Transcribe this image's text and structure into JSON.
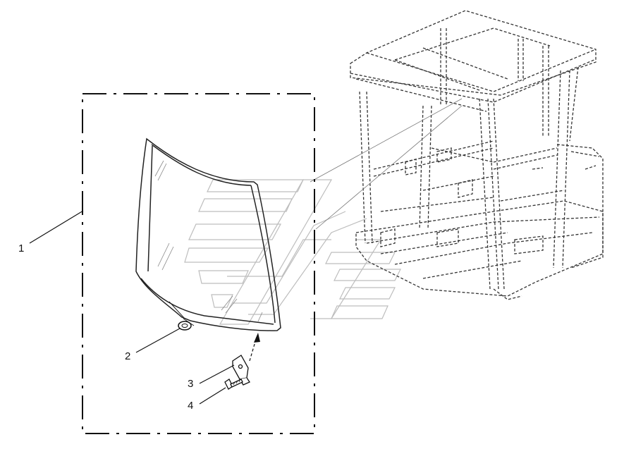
{
  "diagram": {
    "callouts": [
      {
        "id": "1",
        "label": "1"
      },
      {
        "id": "2",
        "label": "2"
      },
      {
        "id": "3",
        "label": "3"
      },
      {
        "id": "4",
        "label": "4"
      }
    ]
  },
  "colors": {
    "line": "#111111",
    "watermark": "#b8b8b8",
    "background": "#ffffff"
  }
}
